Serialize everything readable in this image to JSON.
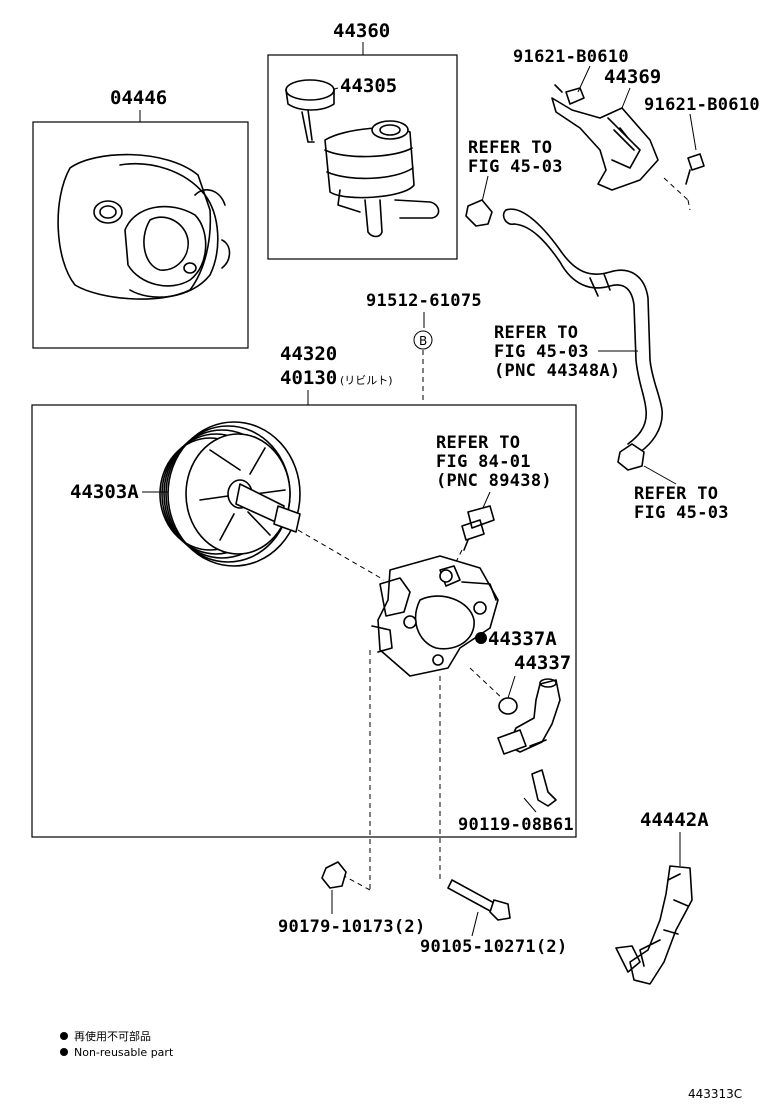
{
  "labels": {
    "l04446": "04446",
    "l44360": "44360",
    "l44305": "44305",
    "l91621a": "91621-B0610",
    "l44369": "44369",
    "l91621b": "91621-B0610",
    "refer1_a": "REFER TO",
    "refer1_b": "FIG 45-03",
    "l91512": "91512-61075",
    "badge_b": "B",
    "refer2_a": "REFER TO",
    "refer2_b": "FIG 45-03",
    "refer2_c": "(PNC 44348A)",
    "l44320": "44320",
    "l40130": "40130",
    "l40130_note": "(リビルト)",
    "refer3_a": "REFER TO",
    "refer3_b": "FIG 84-01",
    "refer3_c": "(PNC 89438)",
    "refer4_a": "REFER TO",
    "refer4_b": "FIG 45-03",
    "l44303a": "44303A",
    "l44337a": "44337A",
    "l44337": "44337",
    "l90119": "90119-08B61",
    "l44442a": "44442A",
    "l90179": "90179-10173(2)",
    "l90105": "90105-10271(2)"
  },
  "legend": {
    "jp": "再使用不可部品",
    "en": "Non-reusable part"
  },
  "figure_code": "443313C"
}
